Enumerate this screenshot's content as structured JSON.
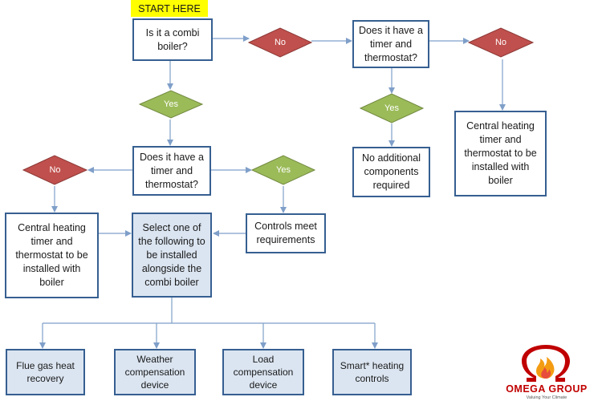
{
  "start_label": "START HERE",
  "nodes": {
    "combi_question": "Is it a combi boiler?",
    "timer_question_right": "Does it have a timer and thermostat?",
    "timer_question_center": "Does it have a timer and thermostat?",
    "no_components": "No additional components required",
    "install_right": "Central heating timer and thermostat to be installed with boiler",
    "install_left": "Central heating timer and thermostat to be installed with boiler",
    "select_one": "Select one of the following to be installed alongside the combi boiler",
    "controls_meet": "Controls meet requirements",
    "option_flue": "Flue gas heat recovery",
    "option_weather": "Weather compensation device",
    "option_load": "Load compensation device",
    "option_smart": "Smart* heating controls"
  },
  "decisions": {
    "no_1": "No",
    "no_2": "No",
    "no_3": "No",
    "yes_1": "Yes",
    "yes_2": "Yes",
    "yes_3": "Yes"
  },
  "logo": {
    "name": "OMEGA GROUP",
    "tagline": "Valuing Your Climate"
  },
  "colors": {
    "box_border": "#365f91",
    "box_fill": "#dbe5f1",
    "no_diamond": "#c0504d",
    "yes_diamond": "#9bbb59",
    "arrow": "#7f9fc9",
    "start_fill": "#ffff00"
  }
}
